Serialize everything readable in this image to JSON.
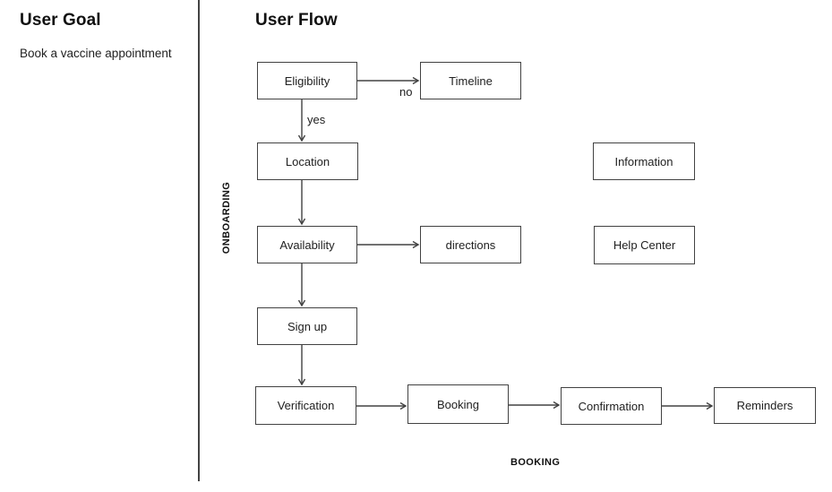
{
  "sidebar": {
    "title": "User Goal",
    "goal_text": "Book a vaccine appointment"
  },
  "main": {
    "title": "User Flow"
  },
  "flow": {
    "nodes": {
      "eligibility": "Eligibility",
      "timeline": "Timeline",
      "location": "Location",
      "availability": "Availability",
      "directions": "directions",
      "information": "Information",
      "help_center": "Help Center",
      "sign_up": "Sign up",
      "verification": "Verification",
      "booking": "Booking",
      "confirmation": "Confirmation",
      "reminders": "Reminders"
    },
    "edge_labels": {
      "no": "no",
      "yes": "yes"
    },
    "section_labels": {
      "onboarding": "ONBOARDING",
      "booking": "BOOKING"
    }
  },
  "colors": {
    "background": "#ffffff",
    "line": "#424242",
    "text": "#212121"
  }
}
